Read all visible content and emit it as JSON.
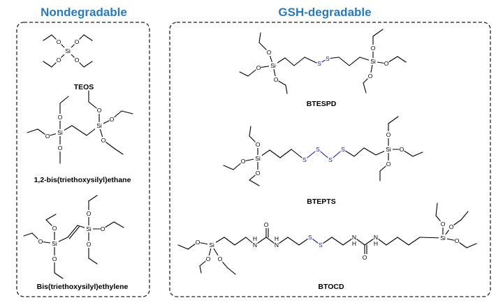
{
  "panels": {
    "left_title": "Nondegradable",
    "right_title": "GSH-degradable"
  },
  "compounds": {
    "teos": "TEOS",
    "bis_ethane": "1,2-bis(triethoxysilyl)ethane",
    "bis_ethylene": "Bis(triethoxysilyl)ethylene",
    "btespd": "BTESPD",
    "btepts": "BTEPTS",
    "btocd": "BTOCD"
  },
  "atoms": {
    "si": "Si",
    "o": "O",
    "s": "S",
    "n": "N",
    "h": "H"
  },
  "colors": {
    "title": "#2a7ab8",
    "sulfur": "#1a1aa6",
    "bond": "#000000"
  }
}
